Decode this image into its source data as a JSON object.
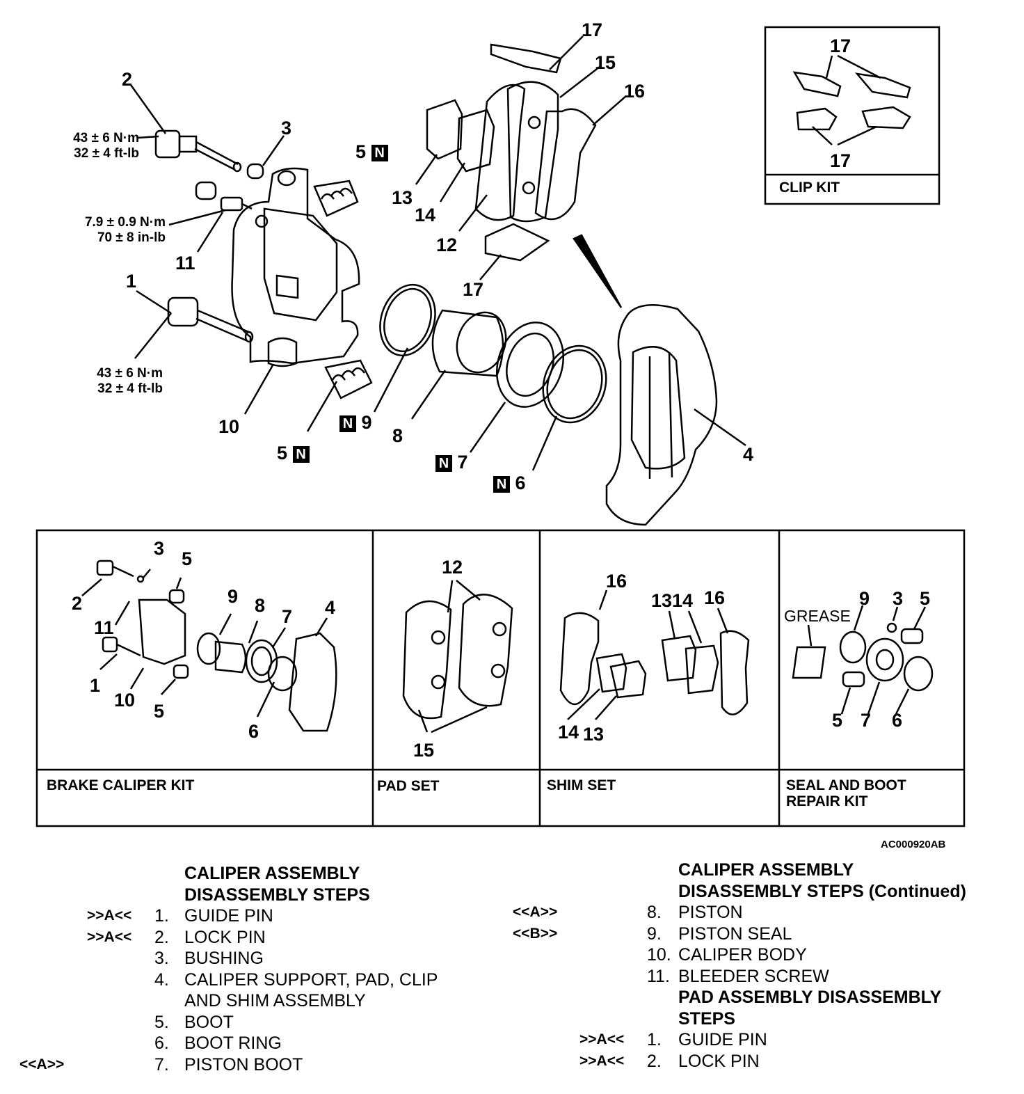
{
  "main_labels": {
    "l17_top": "17",
    "l15": "15",
    "l16": "16",
    "l2": "2",
    "l3": "3",
    "l5_top": "5",
    "l13": "13",
    "l14": "14",
    "l12": "12",
    "l11": "11",
    "l1": "1",
    "l17_mid": "17",
    "l10": "10",
    "l9": "9",
    "l8": "8",
    "l5_bot": "5",
    "l7": "7",
    "l6": "6",
    "l4": "4",
    "n_mark": "N"
  },
  "torque": {
    "t2": "43 ± 6 N·m\n32 ± 4 ft-lb",
    "t11": "7.9 ± 0.9 N·m\n70 ± 8 in-lb",
    "t1": "43 ± 6 N·m\n32 ± 4 ft-lb"
  },
  "clip_kit": {
    "title": "CLIP KIT",
    "label_top": "17",
    "label_bottom": "17"
  },
  "kits": {
    "brake_caliper": {
      "title": "BRAKE CALIPER KIT",
      "labels": {
        "l3": "3",
        "l5a": "5",
        "l2": "2",
        "l9": "9",
        "l8": "8",
        "l7": "7",
        "l4": "4",
        "l11": "11",
        "l1": "1",
        "l10": "10",
        "l5b": "5",
        "l6": "6"
      }
    },
    "pad_set": {
      "title": "PAD SET",
      "labels": {
        "l12": "12",
        "l15": "15"
      }
    },
    "shim_set": {
      "title": "SHIM SET",
      "labels": {
        "l16a": "16",
        "l1314": "1314",
        "l16b": "16",
        "l14": "14",
        "l13": "13"
      }
    },
    "seal_boot": {
      "title": "SEAL AND BOOT\nREPAIR KIT",
      "grease": "GREASE",
      "labels": {
        "l9": "9",
        "l3": "3",
        "l5a": "5",
        "l5b": "5",
        "l7": "7",
        "l6": "6"
      }
    }
  },
  "figure_code": "AC000920AB",
  "steps_left": {
    "heading1": "CALIPER ASSEMBLY",
    "heading2": "DISASSEMBLY STEPS",
    "items": [
      {
        "tag": ">>A<<",
        "num": "1.",
        "text": "GUIDE PIN"
      },
      {
        "tag": ">>A<<",
        "num": "2.",
        "text": "LOCK PIN"
      },
      {
        "tag": "",
        "num": "3.",
        "text": "BUSHING"
      },
      {
        "tag": "",
        "num": "4.",
        "text": "CALIPER SUPPORT, PAD, CLIP"
      },
      {
        "tag": "",
        "num": "",
        "text": "AND SHIM ASSEMBLY"
      },
      {
        "tag": "",
        "num": "5.",
        "text": "BOOT"
      },
      {
        "tag": "",
        "num": "6.",
        "text": "BOOT RING"
      },
      {
        "tag": "<<A>>",
        "num": "7.",
        "text": "PISTON BOOT"
      }
    ]
  },
  "steps_right": {
    "heading1": "CALIPER ASSEMBLY",
    "heading2": "DISASSEMBLY STEPS (Continued)",
    "items": [
      {
        "tag": "<<A>>",
        "num": "8.",
        "text": "PISTON"
      },
      {
        "tag": "<<B>>",
        "num": "9.",
        "text": "PISTON SEAL"
      },
      {
        "tag": "",
        "num": "10.",
        "text": "CALIPER BODY"
      },
      {
        "tag": "",
        "num": "11.",
        "text": "BLEEDER SCREW"
      }
    ],
    "heading3": "PAD ASSEMBLY DISASSEMBLY",
    "heading4": "STEPS",
    "items2": [
      {
        "tag": ">>A<<",
        "num": "1.",
        "text": "GUIDE PIN"
      },
      {
        "tag": ">>A<<",
        "num": "2.",
        "text": "LOCK PIN"
      }
    ]
  }
}
